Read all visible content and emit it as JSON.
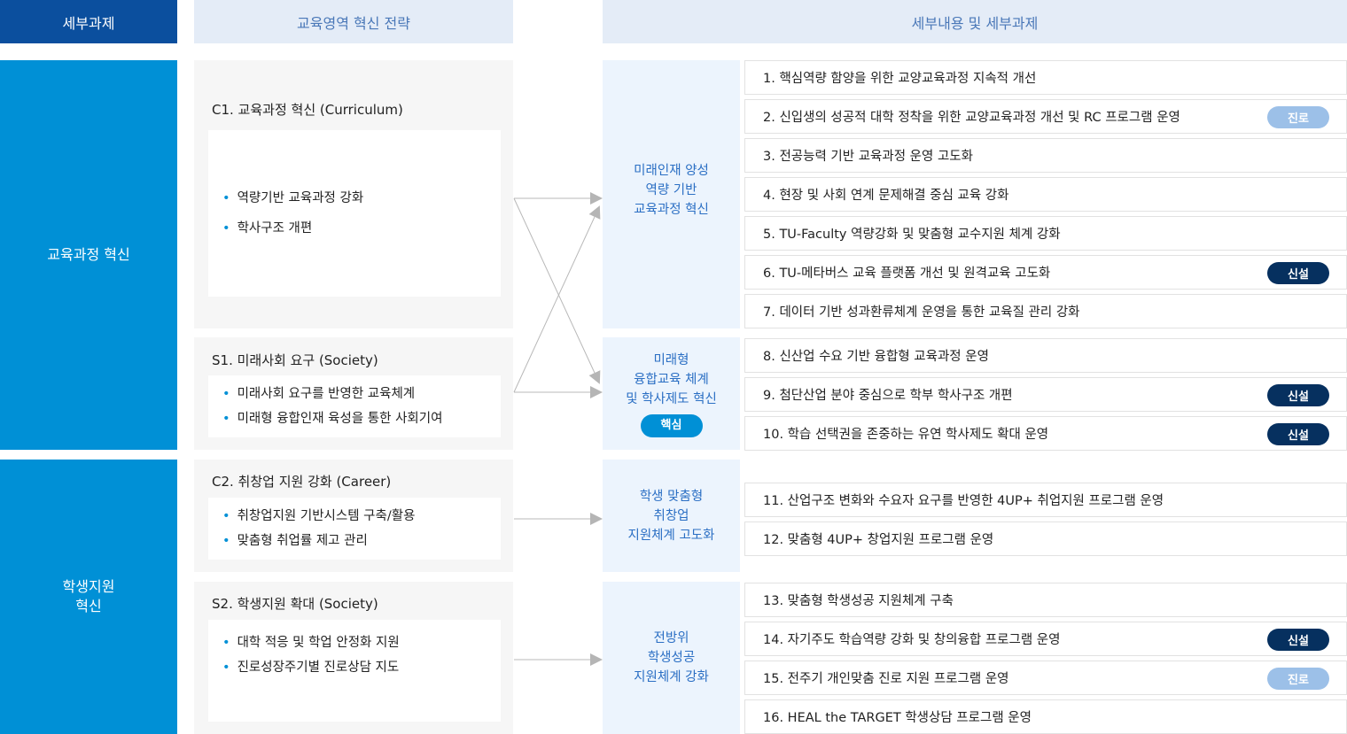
{
  "headers": {
    "col1": "세부과제",
    "col2": "교육영역 혁신 전략",
    "col3": "세부내용 및 세부과제"
  },
  "categories": [
    {
      "label": "교육과정 혁신"
    },
    {
      "label": "학생지원\n혁신"
    }
  ],
  "strategies": [
    {
      "title": "C1. 교육과정 혁신 (Curriculum)",
      "bullets": [
        "역량기반 교육과정 강화",
        "학사구조 개편"
      ]
    },
    {
      "title": "S1. 미래사회 요구 (Society)",
      "bullets": [
        "미래사회 요구를 반영한 교육체계",
        "미래형 융합인재 육성을 통한 사회기여"
      ]
    },
    {
      "title": "C2. 취창업 지원 강화 (Career)",
      "bullets": [
        "취창업지원 기반시스템 구축/활용",
        "맞춤형 취업률 제고 관리"
      ]
    },
    {
      "title": "S2. 학생지원 확대 (Society)",
      "bullets": [
        "대학 적응 및 학업 안정화 지원",
        "진로성장주기별 진로상담 지도"
      ]
    }
  ],
  "goals": [
    {
      "label": "미래인재 양성\n역량 기반\n교육과정 혁신"
    },
    {
      "label": "미래형\n융합교육 체계\n및 학사제도 혁신",
      "badge": "핵심"
    },
    {
      "label": "학생 맞춤형\n취창업\n지원체계 고도화"
    },
    {
      "label": "전방위\n학생성공\n지원체계 강화"
    }
  ],
  "items": [
    {
      "text": "1. 핵심역량 함양을 위한 교양교육과정 지속적 개선"
    },
    {
      "text": "2. 신입생의 성공적 대학 정착을 위한 교양교육과정 개선 및 RC 프로그램 운영",
      "badge": "진로"
    },
    {
      "text": "3. 전공능력 기반 교육과정 운영 고도화"
    },
    {
      "text": "4. 현장 및 사회 연계 문제해결 중심 교육 강화"
    },
    {
      "text": "5. TU-Faculty 역량강화 및 맞춤형 교수지원 체계 강화"
    },
    {
      "text": "6. TU-메타버스 교육 플랫폼 개선 및 원격교육 고도화",
      "badge": "신설"
    },
    {
      "text": "7. 데이터 기반 성과환류체계 운영을 통한 교육질 관리 강화"
    },
    {
      "text": "8. 신산업 수요 기반 융합형 교육과정 운영"
    },
    {
      "text": "9. 첨단산업 분야 중심으로 학부 학사구조 개편",
      "badge": "신설"
    },
    {
      "text": "10. 학습 선택권을 존중하는 유연 학사제도 확대 운영",
      "badge": "신설"
    },
    {
      "text": "11. 산업구조 변화와 수요자 요구를 반영한 4UP+ 취업지원 프로그램 운영"
    },
    {
      "text": "12. 맞춤형 4UP+ 창업지원 프로그램 운영"
    },
    {
      "text": "13. 맞춤형 학생성공 지원체계 구축"
    },
    {
      "text": "14. 자기주도 학습역량 강화 및 창의융합 프로그램 운영",
      "badge": "신설"
    },
    {
      "text": "15. 전주기 개인맞춤 진로 지원 프로그램 운영",
      "badge": "진로"
    },
    {
      "text": "16. HEAL the TARGET 학생상담 프로그램 운영"
    }
  ]
}
